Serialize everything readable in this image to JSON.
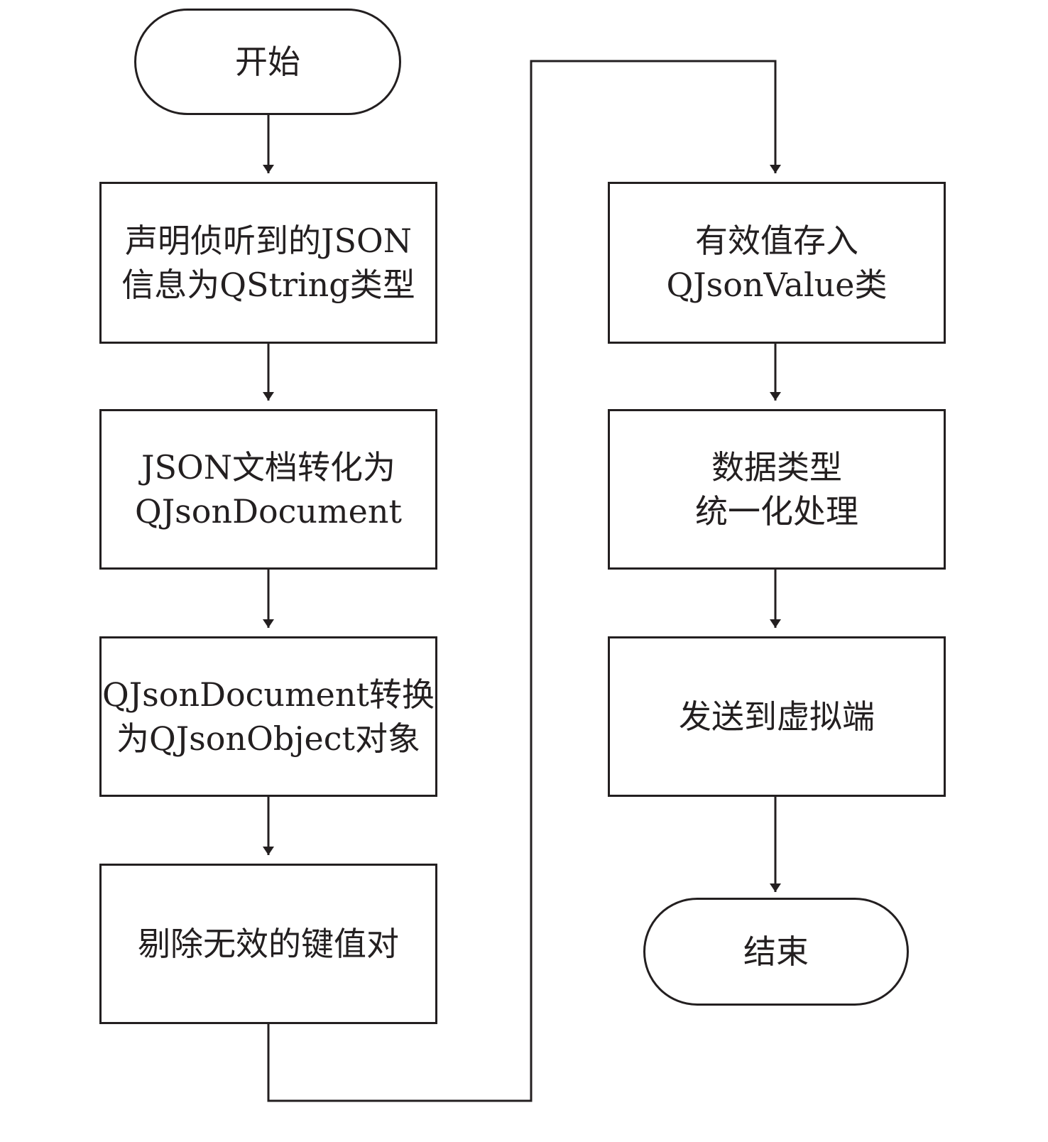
{
  "diagram": {
    "start": "开始",
    "end": "结束",
    "steps_left": [
      {
        "lines": [
          "声明侦听到的JSON",
          "信息为QString类型"
        ]
      },
      {
        "lines": [
          "JSON文档转化为",
          "QJsonDocument"
        ]
      },
      {
        "lines": [
          "QJsonDocument转换",
          "为QJsonObject对象"
        ]
      },
      {
        "lines": [
          "剔除无效的键值对"
        ]
      }
    ],
    "steps_right": [
      {
        "lines": [
          "有效值存入",
          "QJsonValue类"
        ]
      },
      {
        "lines": [
          "数据类型",
          "统一化处理"
        ]
      },
      {
        "lines": [
          "发送到虚拟端"
        ]
      }
    ],
    "colors": {
      "stroke": "#231f20",
      "background": "#ffffff"
    }
  }
}
